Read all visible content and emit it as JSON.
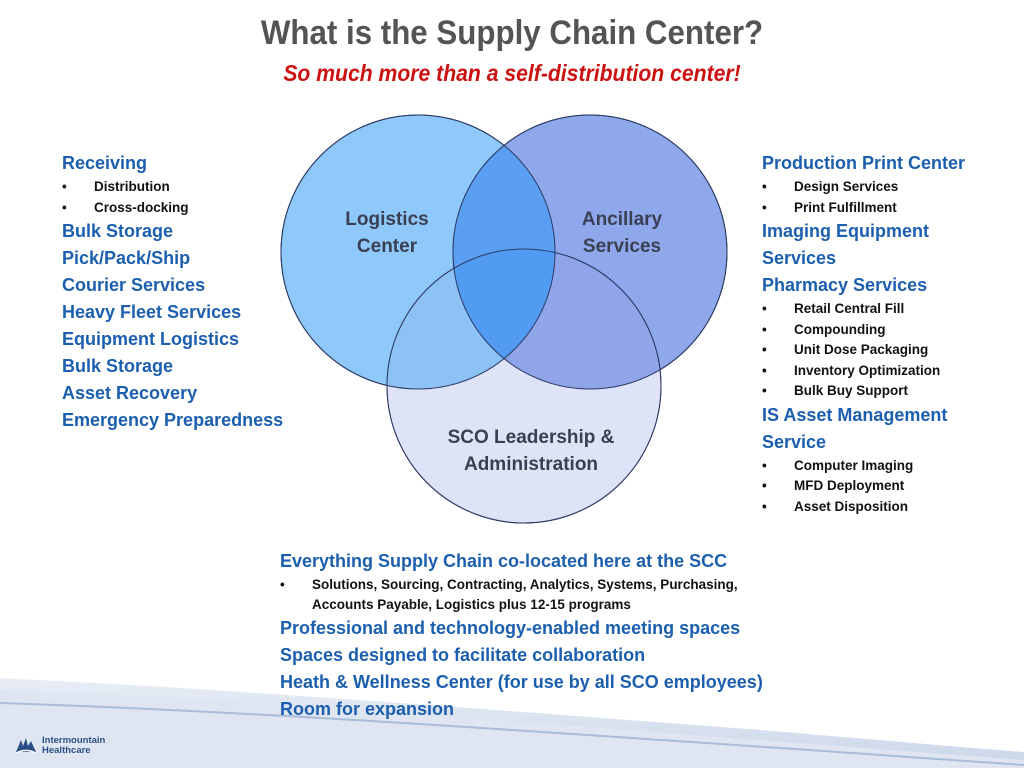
{
  "slide": {
    "title": "What is the Supply Chain Center?",
    "subtitle": "So much more than a self-distribution center!"
  },
  "colors": {
    "heading": "#1b5fae",
    "bullet_text": "#111111",
    "title": "#545454",
    "subtitle": "#cc1111",
    "circle_logistics": "#8fc8fb",
    "circle_ancillary": "#8fa8ec",
    "circle_sco": "#dde2f7"
  },
  "venn": {
    "logistics": {
      "line1": "Logistics",
      "line2": "Center"
    },
    "ancillary": {
      "line1": "Ancillary",
      "line2": "Services"
    },
    "sco": {
      "line1": "SCO Leadership &",
      "line2": "Administration"
    }
  },
  "left_list": [
    {
      "kind": "heading",
      "text": "Receiving"
    },
    {
      "kind": "bullet",
      "text": "Distribution"
    },
    {
      "kind": "bullet",
      "text": "Cross-docking"
    },
    {
      "kind": "heading",
      "text": "Bulk Storage"
    },
    {
      "kind": "heading",
      "text": "Pick/Pack/Ship"
    },
    {
      "kind": "heading",
      "text": "Courier Services"
    },
    {
      "kind": "heading",
      "text": "Heavy Fleet Services"
    },
    {
      "kind": "heading",
      "text": "Equipment Logistics"
    },
    {
      "kind": "heading",
      "text": "Bulk Storage"
    },
    {
      "kind": "heading",
      "text": "Asset Recovery"
    },
    {
      "kind": "heading",
      "text": "Emergency Preparedness"
    }
  ],
  "right_list": [
    {
      "kind": "heading",
      "text": "Production Print Center"
    },
    {
      "kind": "bullet",
      "text": "Design Services"
    },
    {
      "kind": "bullet",
      "text": "Print Fulfillment"
    },
    {
      "kind": "heading",
      "text": "Imaging Equipment"
    },
    {
      "kind": "heading",
      "text": "Services"
    },
    {
      "kind": "heading",
      "text": "Pharmacy Services"
    },
    {
      "kind": "bullet",
      "text": "Retail Central Fill"
    },
    {
      "kind": "bullet",
      "text": "Compounding"
    },
    {
      "kind": "bullet",
      "text": "Unit Dose Packaging"
    },
    {
      "kind": "bullet",
      "text": "Inventory Optimization"
    },
    {
      "kind": "bullet",
      "text": "Bulk Buy Support"
    },
    {
      "kind": "heading",
      "text": "IS Asset Management"
    },
    {
      "kind": "heading",
      "text": "Service"
    },
    {
      "kind": "bullet",
      "text": "Computer Imaging"
    },
    {
      "kind": "bullet",
      "text": "MFD Deployment"
    },
    {
      "kind": "bullet",
      "text": "Asset Disposition"
    }
  ],
  "bottom_list": [
    {
      "kind": "heading",
      "text": "Everything Supply Chain co-located here at the SCC"
    },
    {
      "kind": "bullet",
      "text": "Solutions, Sourcing, Contracting, Analytics, Systems, Purchasing,"
    },
    {
      "kind": "cont",
      "text": "Accounts Payable, Logistics plus 12-15 programs"
    },
    {
      "kind": "heading",
      "text": "Professional and technology-enabled meeting spaces"
    },
    {
      "kind": "heading",
      "text": "Spaces designed to facilitate collaboration"
    },
    {
      "kind": "heading",
      "text": "Heath & Wellness Center (for use by all SCO employees)"
    },
    {
      "kind": "heading",
      "text": "Room for expansion"
    }
  ],
  "bullet_glyph": "•",
  "logo": {
    "line1": "Intermountain",
    "line2": "Healthcare",
    "icon": "hands-logo-icon"
  }
}
